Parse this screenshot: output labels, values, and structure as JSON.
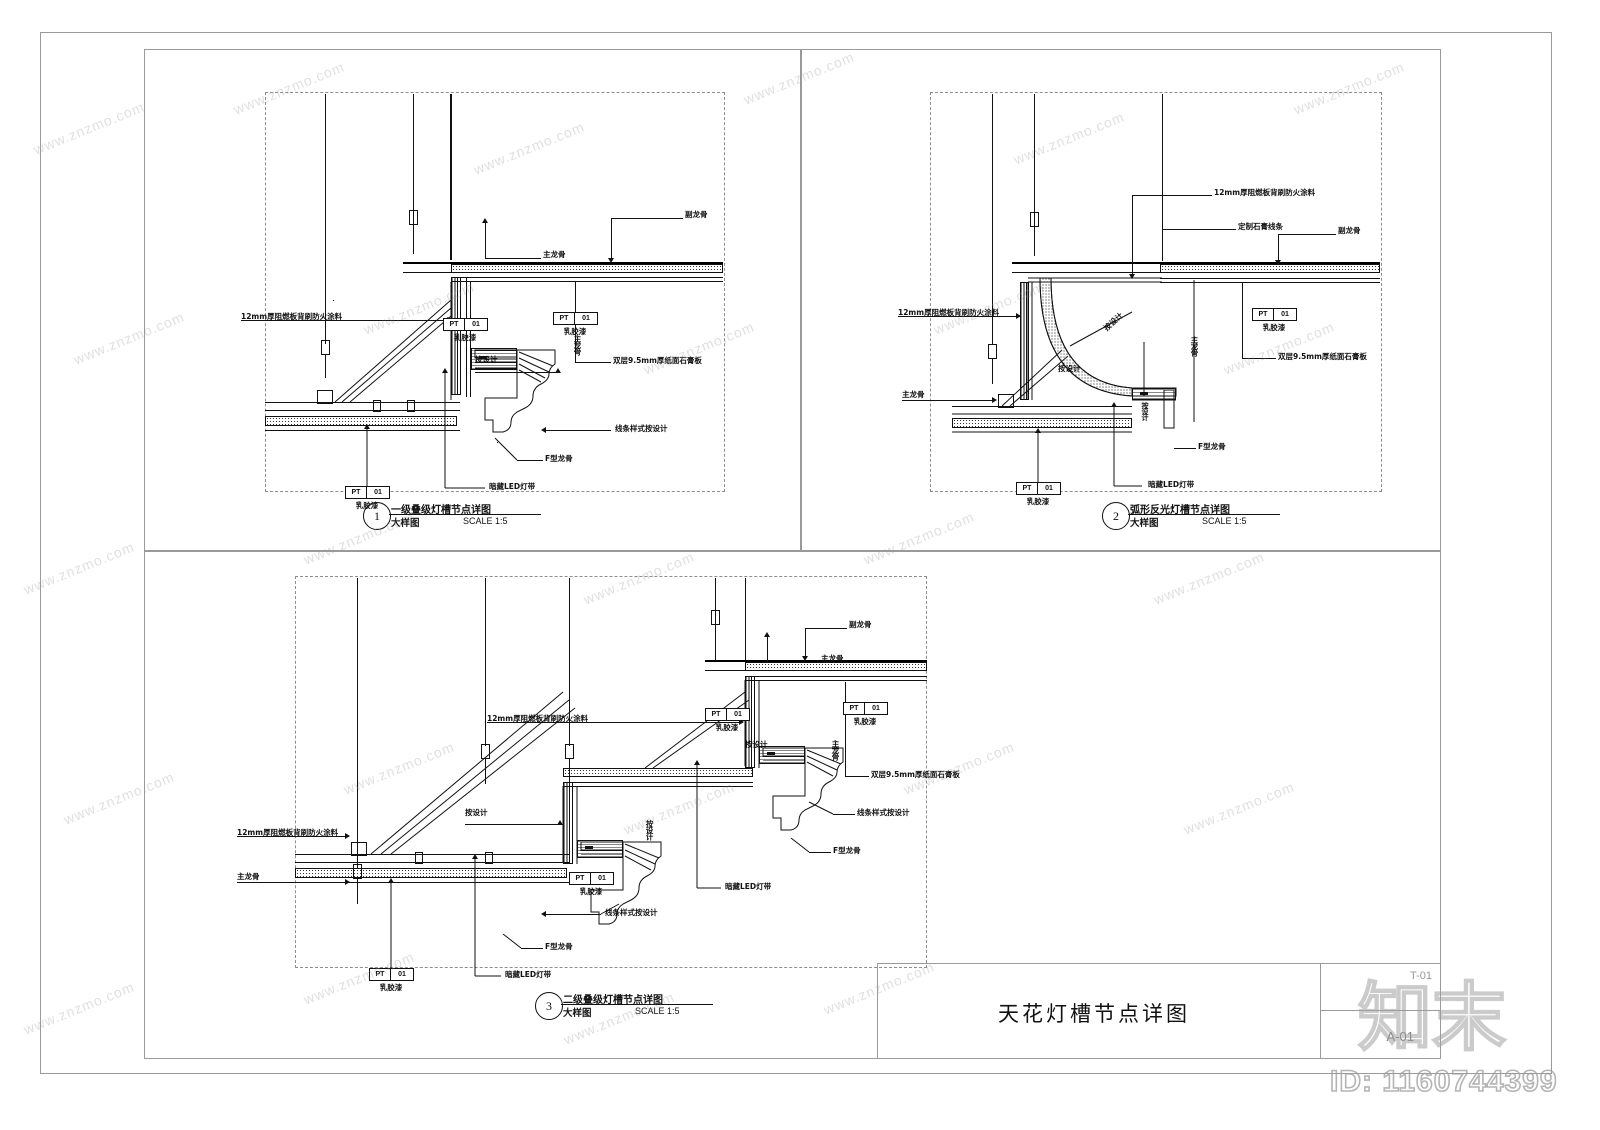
{
  "sheet": {
    "title": "天花灯槽节点详图",
    "sheet_number_top": "T-01",
    "sheet_number_bottom": "A-01",
    "watermark_id": "ID: 1160744399",
    "watermark_text": "www.znzmo.com",
    "watermark_brand": "知末"
  },
  "details": [
    {
      "number": "1",
      "title": "一级叠级灯槽节点详图",
      "subtitle": "大样图",
      "scale": "SCALE 1:5",
      "labels": {
        "fire_board": "12mm厚阻燃板背刷防火涂料",
        "latex_paint": "乳胶漆",
        "main_keel": "主龙骨",
        "sub_keel": "副龙骨",
        "gypsum_board": "双层9.5mm厚纸面石膏板",
        "per_design": "按设计",
        "molding_style": "线条样式按设计",
        "f_keel": "F型龙骨",
        "led_strip": "暗藏LED灯带",
        "main_keel_vert": "主龙骨"
      },
      "tags": [
        {
          "code": "PT",
          "num": "01",
          "name": "乳胶漆"
        },
        {
          "code": "PT",
          "num": "01",
          "name": "乳胶漆"
        },
        {
          "code": "PT",
          "num": "01",
          "name": "乳胶漆"
        }
      ]
    },
    {
      "number": "2",
      "title": "弧形反光灯槽节点详图",
      "subtitle": "大样图",
      "scale": "SCALE 1:5",
      "labels": {
        "fire_board_top": "12mm厚阻燃板背刷防火涂料",
        "gypsum_molding": "定制石膏线条",
        "sub_keel": "副龙骨",
        "fire_board_left": "12mm厚阻燃板背刷防火涂料",
        "main_keel": "主龙骨",
        "latex_paint": "乳胶漆",
        "gypsum_board": "双层9.5mm厚纸面石膏板",
        "per_design": "按设计",
        "f_keel": "F型龙骨",
        "led_strip": "暗藏LED灯带",
        "main_keel_vert": "主龙骨"
      },
      "tags": [
        {
          "code": "PT",
          "num": "01",
          "name": "乳胶漆"
        },
        {
          "code": "PT",
          "num": "01",
          "name": "乳胶漆"
        }
      ]
    },
    {
      "number": "3",
      "title": "二级叠级灯槽节点详图",
      "subtitle": "大样图",
      "scale": "SCALE 1:5",
      "labels": {
        "sub_keel": "副龙骨",
        "main_keel": "主龙骨",
        "fire_board_upper": "12mm厚阻燃板背刷防火涂料",
        "latex_paint_a": "乳胶漆",
        "per_design_a": "按设计",
        "gypsum_board": "双层9.5mm厚纸面石膏板",
        "molding_style_a": "线条样式按设计",
        "fire_board_lower": "12mm厚阻燃板背刷防火涂料",
        "main_keel_left": "主龙骨",
        "per_design_b": "按设计",
        "latex_paint_b": "乳胶漆",
        "molding_style_b": "线条样式按设计",
        "f_keel_a": "F型龙骨",
        "f_keel_b": "F型龙骨",
        "led_strip_a": "暗藏LED灯带",
        "led_strip_b": "暗藏LED灯带",
        "main_keel_vert": "主龙骨"
      },
      "tags": [
        {
          "code": "PT",
          "num": "01",
          "name": "乳胶漆"
        },
        {
          "code": "PT",
          "num": "01",
          "name": "乳胶漆"
        },
        {
          "code": "PT",
          "num": "01",
          "name": "乳胶漆"
        },
        {
          "code": "PT",
          "num": "01",
          "name": "乳胶漆"
        }
      ]
    }
  ]
}
